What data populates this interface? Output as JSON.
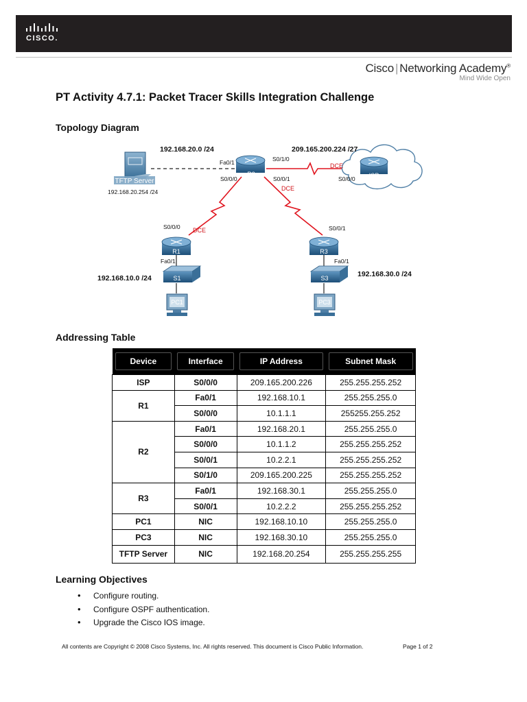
{
  "header": {
    "logo_text": "CISCO.",
    "academy_cisco": "Cisco",
    "academy_rest": "Networking Academy",
    "academy_tagline": "Mind Wide Open"
  },
  "title": "PT Activity 4.7.1: Packet Tracer Skills Integration Challenge",
  "topology": {
    "heading": "Topology Diagram",
    "labels": {
      "net_20": "192.168.20.0 /24",
      "net_200": "209.165.200.224 /27",
      "tftp": "TFTP Server",
      "tftp_ip": "192.168.20.254 /24",
      "r2_fa01": "Fa0/1",
      "r2_s010": "S0/1/0",
      "r2_s000": "S0/0/0",
      "r2_s001": "S0/0/1",
      "r2": "R2",
      "dce_isp": "DCE",
      "dce_r3": "DCE",
      "dce_r1": "DCE",
      "isp_s000": "S0/0/0",
      "isp": "ISP",
      "r1_s000": "S0/0/0",
      "r1": "R1",
      "r1_fa01": "Fa0/1",
      "s1": "S1",
      "net_10": "192.168.10.0 /24",
      "pc1": "PC1",
      "r3_s001": "S0/0/1",
      "r3": "R3",
      "r3_fa01": "Fa0/1",
      "s3": "S3",
      "net_30": "192.168.30.0 /24",
      "pc3": "PC3"
    }
  },
  "addressing": {
    "heading": "Addressing Table",
    "columns": [
      "Device",
      "Interface",
      "IP Address",
      "Subnet Mask"
    ],
    "rows": [
      {
        "device": "ISP",
        "interface": "S0/0/0",
        "ip": "209.165.200.226",
        "mask": "255.255.255.252"
      },
      {
        "device": "R1",
        "interface": "Fa0/1",
        "ip": "192.168.10.1",
        "mask": "255.255.255.0"
      },
      {
        "device": "",
        "interface": "S0/0/0",
        "ip": "10.1.1.1",
        "mask": "255255.255.252"
      },
      {
        "device": "R2",
        "interface": "Fa0/1",
        "ip": "192.168.20.1",
        "mask": "255.255.255.0"
      },
      {
        "device": "",
        "interface": "S0/0/0",
        "ip": "10.1.1.2",
        "mask": "255.255.255.252"
      },
      {
        "device": "",
        "interface": "S0/0/1",
        "ip": "10.2.2.1",
        "mask": "255.255.255.252"
      },
      {
        "device": "",
        "interface": "S0/1/0",
        "ip": "209.165.200.225",
        "mask": "255.255.255.252"
      },
      {
        "device": "R3",
        "interface": "Fa0/1",
        "ip": "192.168.30.1",
        "mask": "255.255.255.0"
      },
      {
        "device": "",
        "interface": "S0/0/1",
        "ip": "10.2.2.2",
        "mask": "255.255.255.252"
      },
      {
        "device": "PC1",
        "interface": "NIC",
        "ip": "192.168.10.10",
        "mask": "255.255.255.0"
      },
      {
        "device": "PC3",
        "interface": "NIC",
        "ip": "192.168.30.10",
        "mask": "255.255.255.0"
      },
      {
        "device": "TFTP Server",
        "interface": "NIC",
        "ip": "192.168.20.254",
        "mask": "255.255.255.255"
      }
    ]
  },
  "objectives": {
    "heading": "Learning Objectives",
    "items": [
      "Configure routing.",
      "Configure OSPF authentication.",
      "Upgrade the Cisco IOS image."
    ]
  },
  "footer": {
    "copyright": "All contents are Copyright © 2008 Cisco Systems, Inc. All rights reserved. This document is Cisco Public Information.",
    "page": "Page 1 of 2"
  },
  "colors": {
    "banner": "#231f20",
    "link_serial": "#e0141e",
    "device_blue": "#1f5f8f",
    "label_red": "#d0141a"
  }
}
